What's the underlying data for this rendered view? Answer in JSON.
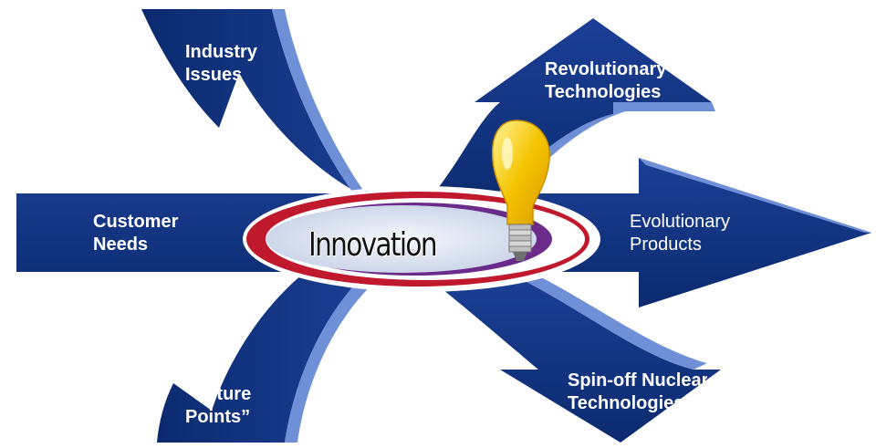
{
  "diagram": {
    "center_label": "Innovation",
    "inputs": {
      "top": [
        "Industry",
        "Issues"
      ],
      "left": [
        "Customer",
        "Needs"
      ],
      "bottom": [
        "“Future",
        "Points”"
      ]
    },
    "outputs": {
      "top": [
        "Revolutionary",
        "Technologies"
      ],
      "right": [
        "Evolutionary",
        "Products"
      ],
      "bottom": [
        "Spin-off Nuclear",
        "Technologies"
      ]
    },
    "icons": [
      "light-bulb-icon"
    ],
    "colors": {
      "arrow_dark": "#0b2a6e",
      "arrow_mid": "#1b3f95",
      "arrow_edge": "#6f8fd6",
      "ring_outer": "#c0182c",
      "ring_inner": "#6a2b8a",
      "center_fill": "#dfe6f2",
      "bulb": "#f5c400",
      "label_text": "#ffffff"
    }
  }
}
